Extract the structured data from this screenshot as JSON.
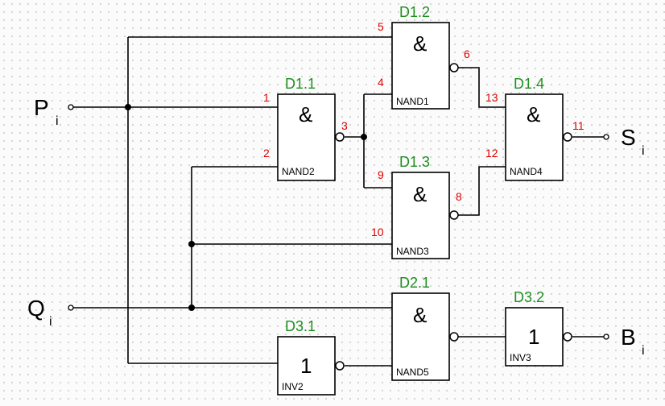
{
  "signals": {
    "p": {
      "main": "P",
      "sub": "i"
    },
    "q": {
      "main": "Q",
      "sub": "i"
    },
    "s": {
      "main": "S",
      "sub": "i"
    },
    "b": {
      "main": "B",
      "sub": "i"
    }
  },
  "gates": {
    "d11": {
      "ref": "D1.1",
      "symbol": "&",
      "name": "NAND2",
      "pins": [
        "1",
        "2",
        "3"
      ]
    },
    "d12": {
      "ref": "D1.2",
      "symbol": "&",
      "name": "NAND1",
      "pins": [
        "5",
        "4",
        "6"
      ]
    },
    "d13": {
      "ref": "D1.3",
      "symbol": "&",
      "name": "NAND3",
      "pins": [
        "9",
        "10",
        "8"
      ]
    },
    "d14": {
      "ref": "D1.4",
      "symbol": "&",
      "name": "NAND4",
      "pins": [
        "13",
        "12",
        "11"
      ]
    },
    "d21": {
      "ref": "D2.1",
      "symbol": "&",
      "name": "NAND5"
    },
    "d31": {
      "ref": "D3.1",
      "symbol": "1",
      "name": "INV2"
    },
    "d32": {
      "ref": "D3.2",
      "symbol": "1",
      "name": "INV3"
    }
  },
  "colors": {
    "ref_text": "#1f8f1f",
    "pin_text": "#dd0000"
  }
}
